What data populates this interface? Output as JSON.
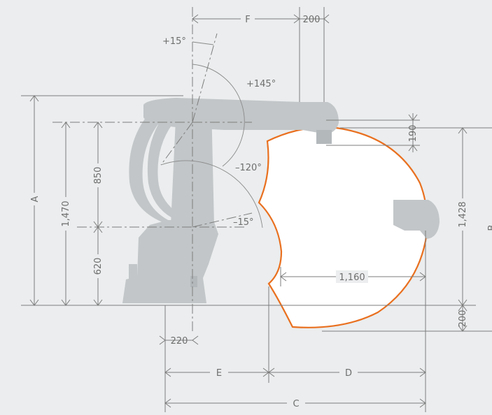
{
  "diagram": {
    "labels": {
      "F": "F",
      "top_200": "200",
      "plus15": "+15°",
      "plus145": "+145°",
      "minus120": "–120°",
      "minus15": "–15°",
      "A": "A",
      "v1470": "1,470",
      "v850": "850",
      "v620": "620",
      "v190": "190",
      "v1428": "1,428",
      "B": "B",
      "v1160": "1,160",
      "bottom_200": "200",
      "v220": "220",
      "E": "E",
      "D": "D",
      "C": "C"
    },
    "colors": {
      "background": "#ebedee",
      "robot": "#c2c6c8",
      "envelope_stroke": "#e9701f",
      "dimension_lines": "#7d7d7d"
    }
  }
}
